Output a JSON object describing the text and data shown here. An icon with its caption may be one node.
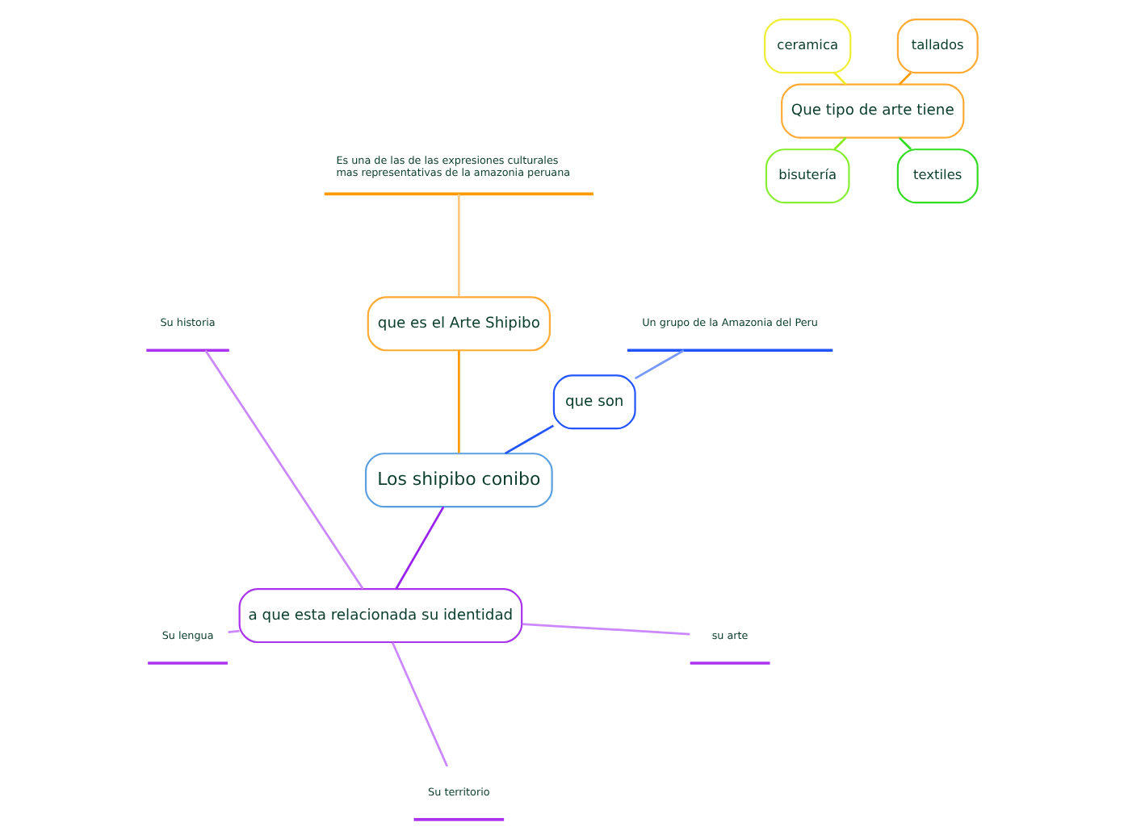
{
  "diagram": {
    "nodes": [
      {
        "text": [
          "Los shipibo conibo"
        ]
      },
      {
        "text": [
          "que son"
        ]
      },
      {
        "text": [
          "Un grupo de la Amazonia del Peru"
        ]
      },
      {
        "text": [
          "que es el Arte Shipibo"
        ]
      },
      {
        "text": [
          "Es una de las de las expresiones culturales mas representativas de la amazonia peruana"
        ]
      },
      {
        "text": [
          "Que tipo de arte tiene"
        ]
      },
      {
        "text": [
          "tallados"
        ]
      },
      {
        "text": [
          "ceramica"
        ]
      },
      {
        "text": [
          "bisutería"
        ]
      },
      {
        "text": [
          "textiles"
        ]
      },
      {
        "text": [
          "a que esta relacionada su identidad"
        ]
      },
      {
        "text": [
          "Su historia"
        ]
      },
      {
        "text": [
          "Su lengua"
        ]
      },
      {
        "text": [
          "Su territorio"
        ]
      },
      {
        "text": [
          "su arte"
        ]
      }
    ],
    "edges": [
      {
        "from": 0,
        "to": 1,
        "arrow": "none",
        "color": "#2255ff"
      },
      {
        "from": 1,
        "to": 2,
        "arrow": "none",
        "color": "#7799ff"
      },
      {
        "from": 0,
        "to": 3,
        "arrow": "none",
        "color": "#ff9900"
      },
      {
        "from": 3,
        "to": 4,
        "arrow": "none",
        "color": "#ffc880"
      },
      {
        "from": 5,
        "to": 6,
        "arrow": "none",
        "color": "#ff9900"
      },
      {
        "from": 5,
        "to": 7,
        "arrow": "none",
        "color": "#eeee22"
      },
      {
        "from": 5,
        "to": 8,
        "arrow": "none",
        "color": "#88ee22"
      },
      {
        "from": 5,
        "to": 9,
        "arrow": "none",
        "color": "#33dd22"
      },
      {
        "from": 0,
        "to": 10,
        "arrow": "none",
        "color": "#9922ee"
      },
      {
        "from": 10,
        "to": 11,
        "arrow": "none",
        "color": "#cc88ff"
      },
      {
        "from": 10,
        "to": 12,
        "arrow": "none",
        "color": "#cc88ff"
      },
      {
        "from": 10,
        "to": 13,
        "arrow": "none",
        "color": "#cc88ff"
      },
      {
        "from": 10,
        "to": 14,
        "arrow": "none",
        "color": "#cc88ff"
      }
    ]
  }
}
